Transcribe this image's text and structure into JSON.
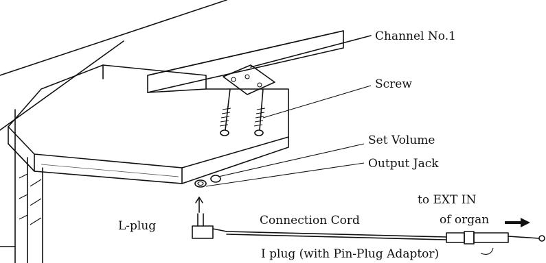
{
  "labels": {
    "channel": "Channel No.1",
    "screw": "Screw",
    "set_volume": "Set Volume",
    "output_jack": "Output Jack",
    "ext_in_line1": "to EXT IN",
    "ext_in_line2": "of organ",
    "l_plug": "L-plug",
    "connection_cord": "Connection Cord",
    "i_plug": "I plug (with Pin-Plug Adaptor)"
  }
}
